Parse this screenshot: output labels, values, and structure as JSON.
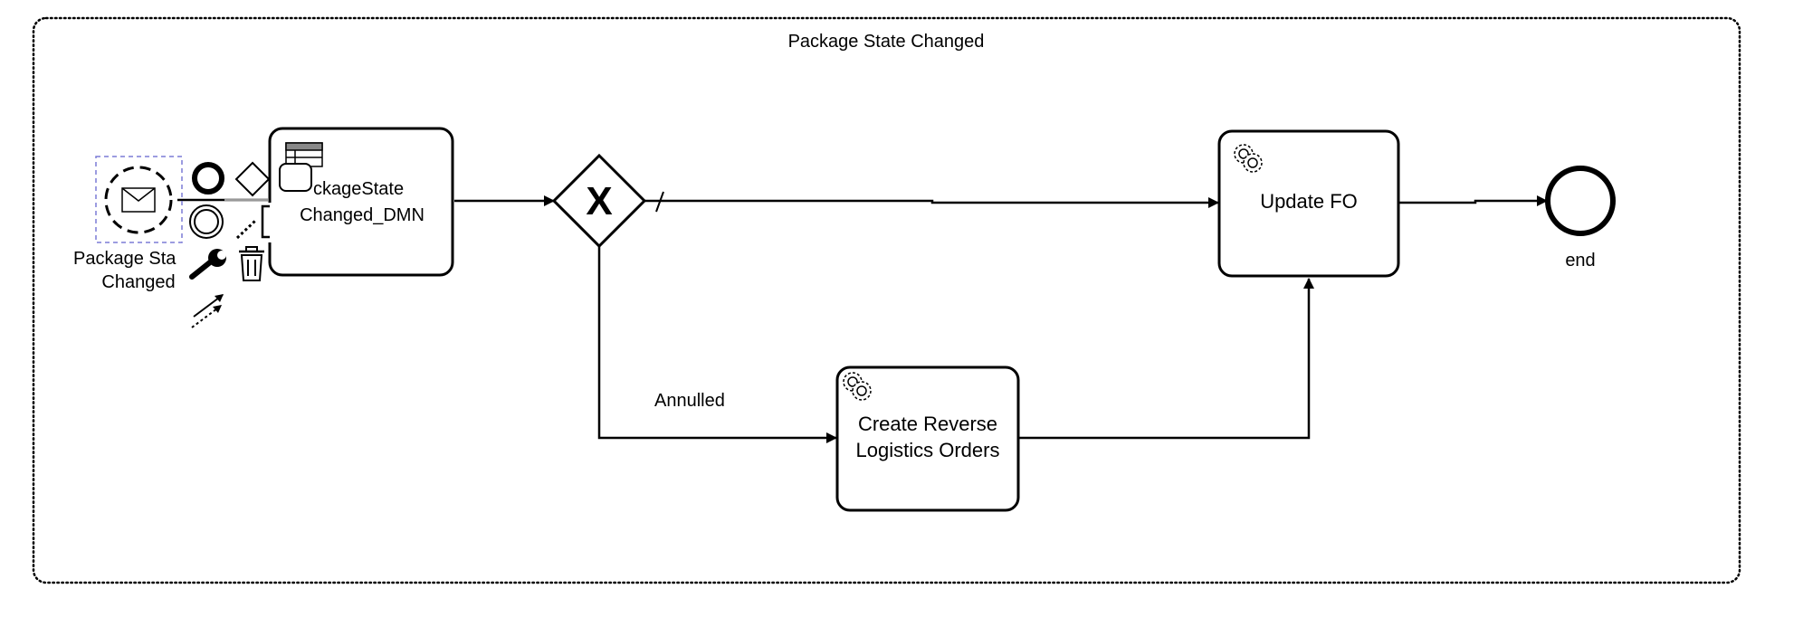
{
  "subprocess": {
    "title": "Package State Changed"
  },
  "start_event": {
    "label_line1": "Package Sta",
    "label_line2": "Changed",
    "icon": "envelope-icon"
  },
  "tasks": {
    "dmn": {
      "line1": "ckageState",
      "line2": "Changed_DMN",
      "icon": "table-icon"
    },
    "update_fo": {
      "label": "Update FO",
      "icon": "gear-icon"
    },
    "reverse": {
      "line1": "Create Reverse",
      "line2": "Logistics Orders",
      "icon": "gear-icon"
    }
  },
  "gateway": {
    "type": "exclusive",
    "marker": "X"
  },
  "flows": {
    "annulled_label": "Annulled"
  },
  "end_event": {
    "label": "end"
  },
  "context_pad": {
    "items": [
      "end-event",
      "gateway",
      "task",
      "intermediate-event",
      "text-annotation",
      "wrench",
      "delete",
      "connect"
    ]
  },
  "colors": {
    "stroke": "#000000",
    "selection": "#7b7bd6",
    "pad_gray": "#9a9a9a"
  }
}
